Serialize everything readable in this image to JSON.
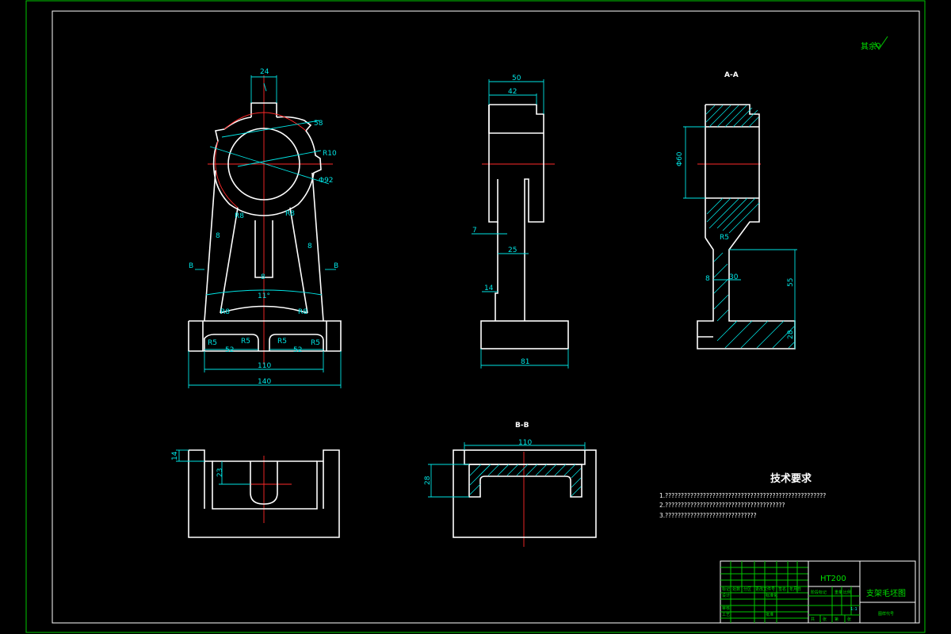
{
  "views": {
    "front": {
      "dims": [
        "24",
        "58",
        "R10",
        "Φ92",
        "R8",
        "R8",
        "8",
        "8",
        "8",
        "11°",
        "R8",
        "R8",
        "R5",
        "R5",
        "R5",
        "R5",
        "52",
        "52",
        "110",
        "140",
        "B",
        "B"
      ]
    },
    "side": {
      "dims": [
        "50",
        "42",
        "7",
        "25",
        "14",
        "81"
      ]
    },
    "section_aa": {
      "label": "A-A",
      "dims": [
        "Φ60",
        "R5",
        "8",
        "30",
        "55",
        "28"
      ]
    },
    "top": {
      "dims": [
        "14",
        "23"
      ]
    },
    "section_bb": {
      "label": "B-B",
      "dims": [
        "110",
        "28"
      ]
    }
  },
  "roughness_mark": "其余",
  "technical_requirements": {
    "title": "技术要求",
    "items": [
      "1.???????????????????????????????????????????????????",
      "2.??????????????????????????????????????",
      "3.?????????????????????????????"
    ]
  },
  "title_block": {
    "material": "HT200",
    "drawing_name": "支架毛坯图",
    "cells": [
      "标记",
      "处数",
      "分区",
      "更改文件号",
      "签名",
      "年月日",
      "设计",
      "标准化",
      "阶段标记",
      "重量",
      "比例",
      "审核",
      "工艺",
      "批准",
      "共",
      "张",
      "第",
      "张",
      "图样代号"
    ],
    "scale": "1:1"
  },
  "colors": {
    "outline": "#ffffff",
    "dimension": "#00e5e5",
    "centerline": "#ff2a2a",
    "frame": "#00c800",
    "background": "#000000"
  }
}
